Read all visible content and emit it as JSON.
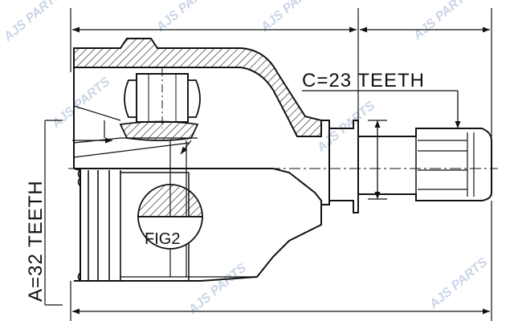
{
  "drawing": {
    "label_c": "C=23 TEETH",
    "label_a": "A=32 TEETH",
    "label_fig": "FIG2"
  },
  "watermark": {
    "text": "AJS PARTS"
  },
  "colors": {
    "line": "#111111",
    "hatch": "#222222",
    "watermark": "#b9c8e0"
  }
}
